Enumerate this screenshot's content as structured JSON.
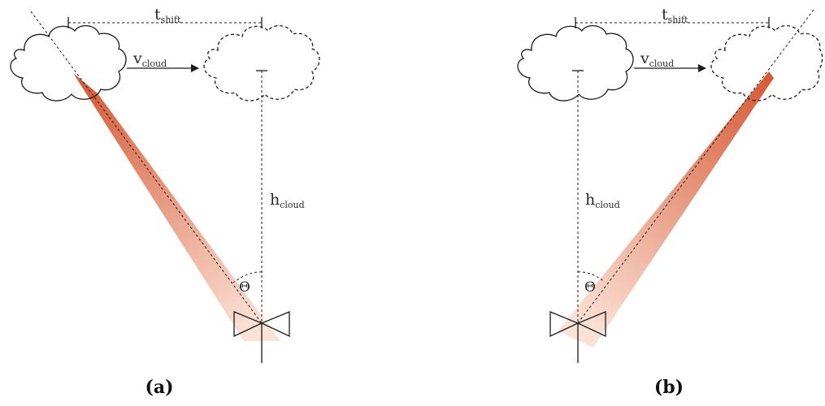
{
  "panels": [
    {
      "id": "a",
      "caption": "(a)",
      "labels": {
        "t": "t",
        "t_sub": "shift",
        "v": "v",
        "v_sub": "cloud",
        "h": "h",
        "h_sub": "cloud",
        "theta": "Θ"
      }
    },
    {
      "id": "b",
      "caption": "(b)",
      "labels": {
        "t": "t",
        "t_sub": "shift",
        "v": "v",
        "v_sub": "cloud",
        "h": "h",
        "h_sub": "cloud",
        "theta": "Θ"
      }
    }
  ],
  "colors": {
    "beam_dark": "#d4512a",
    "beam_light": "#fbe1d5",
    "line": "#1a1a1a"
  }
}
